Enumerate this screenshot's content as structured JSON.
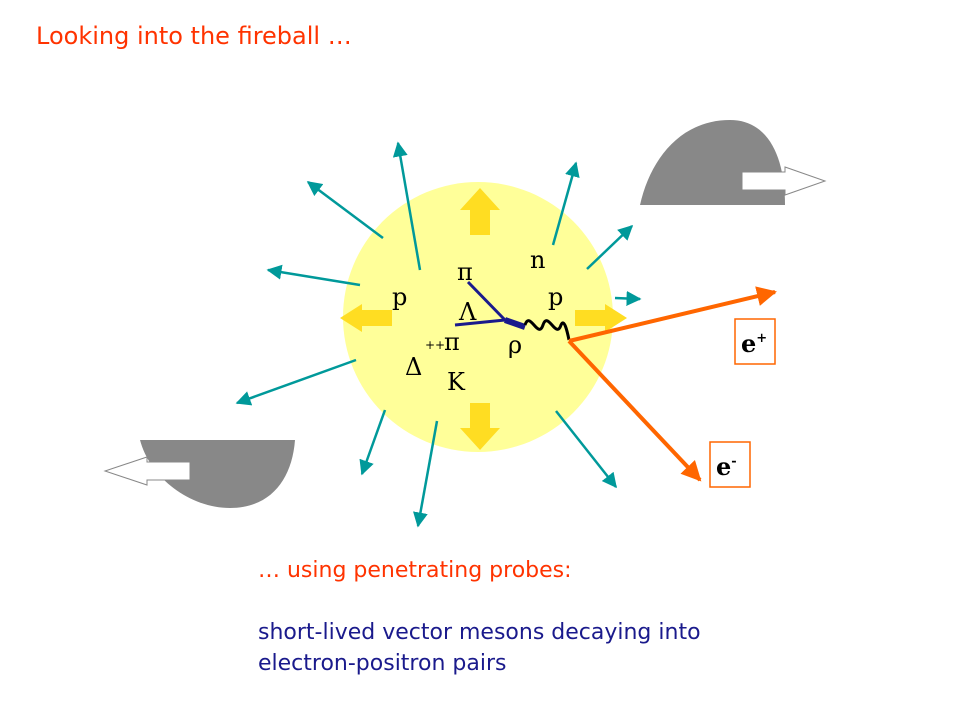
{
  "title": "Looking into the fireball …",
  "particles": {
    "n": "n",
    "p_left": "p",
    "p_right": "p",
    "pi_top": "π",
    "lambda": "Λ",
    "pi_mid": "π",
    "delta_charge": "++",
    "delta": "Δ",
    "kaon": "K",
    "rho": "ρ"
  },
  "labels": {
    "positron": "e",
    "positron_sup": "+",
    "electron": "e",
    "electron_sup": "-"
  },
  "caption": {
    "probe_line": "… using penetrating probes:",
    "desc_line1": "short-lived vector mesons decaying into",
    "desc_line2": "electron-positron pairs"
  },
  "colors": {
    "title": "#ff3300",
    "fireball": "#ffff99",
    "arrow_yellow": "#ffdd22",
    "track_teal": "#00999a",
    "lepton_orange": "#ff6600",
    "nucleus_gray": "#888888",
    "caption_blue": "#1a1a8c"
  }
}
